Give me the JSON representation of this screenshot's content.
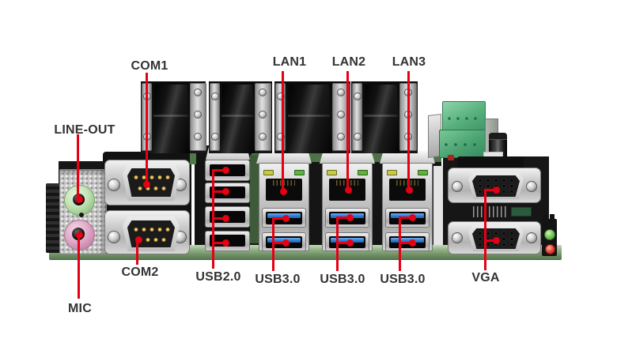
{
  "scene": {
    "type": "annotated product photo",
    "subject": "Industrial motherboard rear I/O port identification",
    "background": "#ffffff"
  },
  "style": {
    "leader_line_color": "#e60014",
    "label_text_color": "#333333",
    "pcb_edge_color": "#8fb184",
    "usb3_tongue_color": "#2e7fd6",
    "terminal_block_color": "#55ad7c",
    "line_out_jack_color": "#c2e2b4",
    "mic_jack_color": "#e0a9c8",
    "indicator_led_green": "#6cc254",
    "indicator_led_red": "#e04432"
  },
  "labels": [
    {
      "id": "com1",
      "text": "COM1"
    },
    {
      "id": "lan1",
      "text": "LAN1"
    },
    {
      "id": "lan2",
      "text": "LAN2"
    },
    {
      "id": "lan3",
      "text": "LAN3"
    },
    {
      "id": "line_out",
      "text": "LINE-OUT"
    },
    {
      "id": "mic",
      "text": "MIC"
    },
    {
      "id": "com2",
      "text": "COM2"
    },
    {
      "id": "usb2",
      "text": "USB2.0"
    },
    {
      "id": "usb3_1",
      "text": "USB3.0"
    },
    {
      "id": "usb3_2",
      "text": "USB3.0"
    },
    {
      "id": "usb3_3",
      "text": "USB3.0"
    },
    {
      "id": "vga",
      "text": "VGA"
    }
  ],
  "port_inventory": {
    "serial_com_ports": 2,
    "ethernet_lan_ports": 3,
    "usb2_ports": 4,
    "usb3_ports": 6,
    "vga_ports": 2,
    "audio_jacks": [
      "LINE-OUT",
      "MIC"
    ],
    "indicator_leds": [
      "green",
      "red"
    ]
  }
}
